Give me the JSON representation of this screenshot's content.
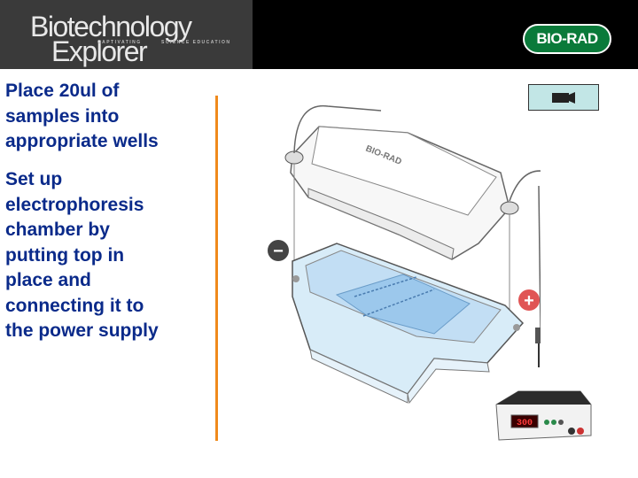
{
  "header": {
    "logo_line1": "Biotechnology",
    "logo_line2": "Explorer",
    "logo_tag_left": "CAPTIVATING",
    "logo_tag_right": "SCIENCE EDUCATION",
    "brand": "BIO-RAD"
  },
  "slide": {
    "lines_block1": [
      "Place 20ul of",
      "samples into",
      "appropriate wells"
    ],
    "lines_block2": [
      "Set up",
      "electrophoresis",
      "chamber by",
      "putting top in",
      "place and",
      "connecting it to",
      "the power supply"
    ]
  },
  "diagram": {
    "lid_label": "BIO-RAD",
    "negative_symbol": "−",
    "positive_symbol": "+",
    "power_display": "300"
  },
  "colors": {
    "text": "#0a2a8a",
    "divider": "#f08a1c",
    "brand_green": "#0a7a3a",
    "video_button": "#c2e6e6"
  },
  "icons": [
    "video-camera-icon",
    "minus-electrode-icon",
    "plus-electrode-icon"
  ]
}
